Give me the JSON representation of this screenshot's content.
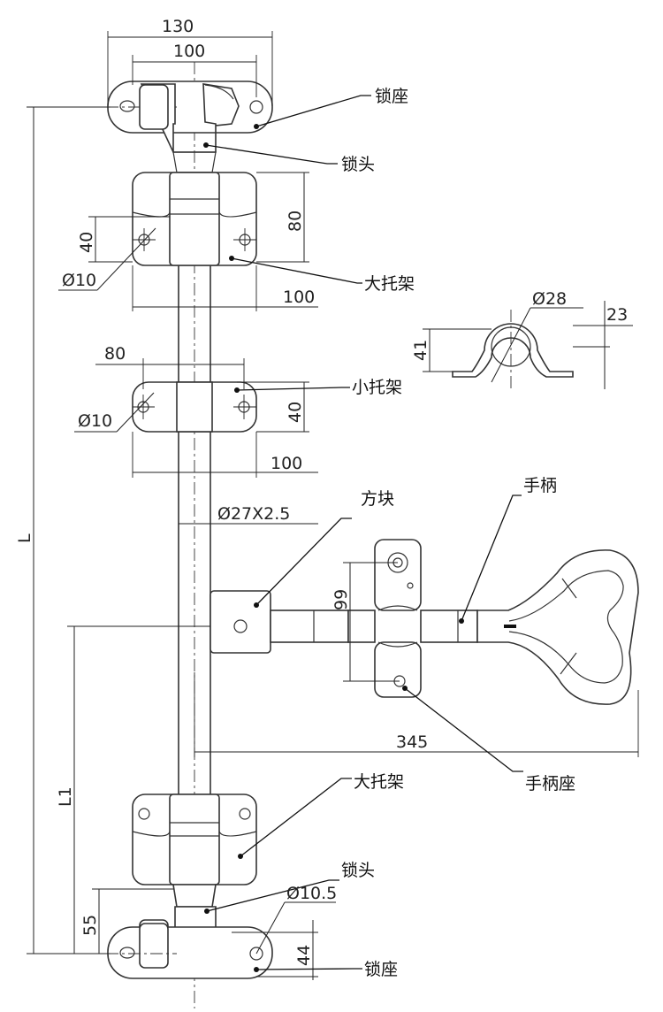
{
  "labels": {
    "suozuo_top": "锁座",
    "suotou_top": "锁头",
    "datuojia_top": "大托架",
    "xiaotuojia": "小托架",
    "fangkuai": "方块",
    "shoubing": "手柄",
    "shoubingzuo": "手柄座",
    "datuojia_bottom": "大托架",
    "suotou_bottom": "锁头",
    "suozuo_bottom": "锁座"
  },
  "dimensions": {
    "w130": "130",
    "w100_top": "100",
    "h80": "80",
    "h40_big": "40",
    "d10_big": "Ø10",
    "w100_big": "100",
    "d28": "Ø28",
    "h23": "23",
    "h41": "41",
    "w80": "80",
    "d10_small": "Ø10",
    "h40_small": "40",
    "w100_small": "100",
    "tube": "Ø27X2.5",
    "h99": "99",
    "w345": "345",
    "L": "L",
    "L1": "L1",
    "h55": "55",
    "d10_5": "Ø10.5",
    "h44": "44"
  }
}
